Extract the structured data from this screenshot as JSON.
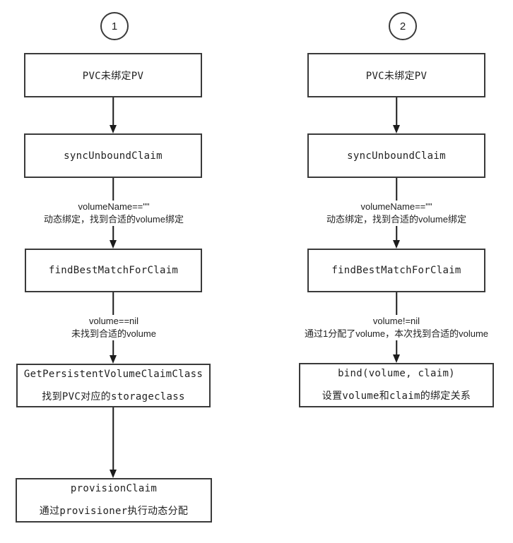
{
  "colors": {
    "background": "#ffffff",
    "box_border": "#3a3a3a",
    "line": "#1c1c1c",
    "text": "#222222"
  },
  "diagram": {
    "columns": [
      {
        "badge": "1",
        "nodes": {
          "pvc_unbound": {
            "title": "PVC未绑定PV"
          },
          "sync_unbound_claim": {
            "title": "syncUnboundClaim"
          },
          "find_best_match": {
            "title": "findBestMatchForClaim"
          },
          "get_pvc_class": {
            "title": "GetPersistentVolumeClaimClass",
            "subtitle": "找到PVC对应的storageclass"
          },
          "provision_claim": {
            "title": "provisionClaim",
            "subtitle": "通过provisioner执行动态分配"
          }
        },
        "edge_labels": {
          "after_sync": {
            "line1": "volumeName==\"\"",
            "line2": "动态绑定，找到合适的volume绑定"
          },
          "after_find": {
            "line1": "volume==nil",
            "line2": "未找到合适的volume"
          }
        }
      },
      {
        "badge": "2",
        "nodes": {
          "pvc_unbound": {
            "title": "PVC未绑定PV"
          },
          "sync_unbound_claim": {
            "title": "syncUnboundClaim"
          },
          "find_best_match": {
            "title": "findBestMatchForClaim"
          },
          "bind": {
            "title": "bind(volume, claim)",
            "subtitle": "设置volume和claim的绑定关系"
          }
        },
        "edge_labels": {
          "after_sync": {
            "line1": "volumeName==\"\"",
            "line2": "动态绑定，找到合适的volume绑定"
          },
          "after_find": {
            "line1": "volume!=nil",
            "line2": "通过1分配了volume，本次找到合适的volume"
          }
        }
      }
    ]
  }
}
